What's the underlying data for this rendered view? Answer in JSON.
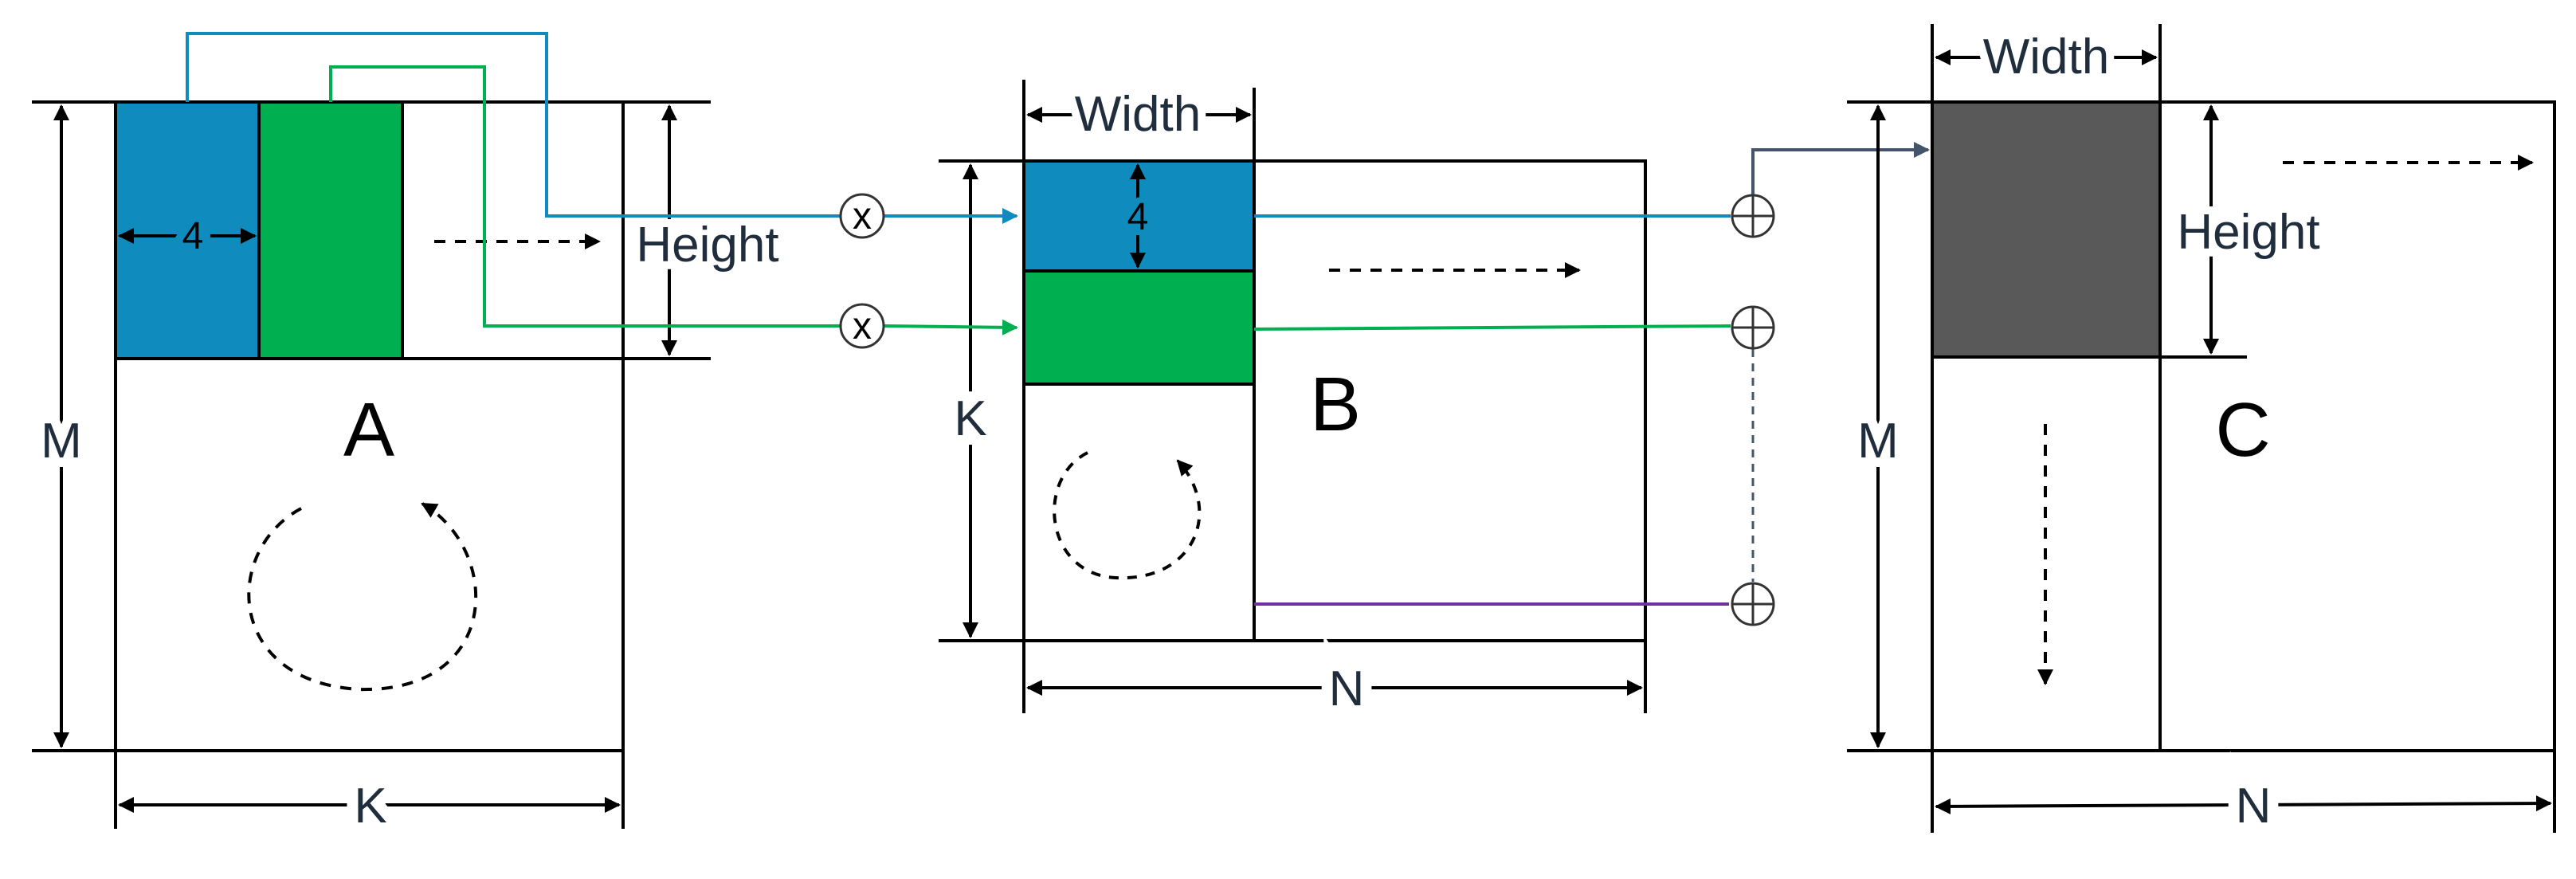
{
  "matrix_a": {
    "label": "A",
    "rows_label": "M",
    "cols_label": "K",
    "height_label": "Height",
    "block_width_label": "4"
  },
  "matrix_b": {
    "label": "B",
    "rows_label": "K",
    "cols_label": "N",
    "width_label": "Width",
    "block_height_label": "4"
  },
  "matrix_c": {
    "label": "C",
    "rows_label": "M",
    "cols_label": "N",
    "width_label": "Width",
    "height_label": "Height"
  },
  "operators": {
    "multiply": "x",
    "accumulate": "+"
  },
  "colors": {
    "blue": "#0f8bbd",
    "green": "#00b050",
    "dark_tile": "#595959",
    "purple": "#7030a0",
    "connector_gray": "#44546a"
  }
}
